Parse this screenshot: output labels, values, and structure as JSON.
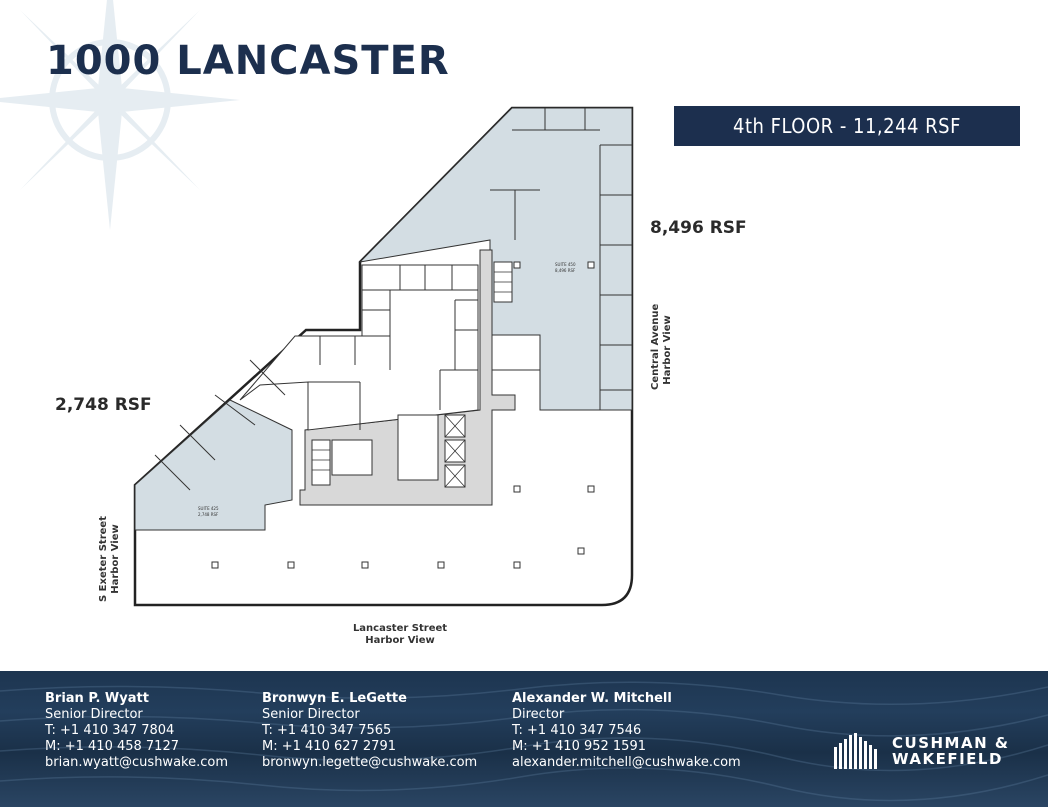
{
  "header": {
    "title": "1000 LANCASTER",
    "floor_banner": "4th FLOOR - 11,244 RSF"
  },
  "plan": {
    "suite_right_rsf": "8,496 RSF",
    "suite_left_rsf": "2,748 RSF",
    "streets": {
      "bottom_line1": "Lancaster Street",
      "bottom_line2": "Harbor View",
      "right_line1": "Central Avenue",
      "right_line2": "Harbor View",
      "left_line1": "S Exeter Street",
      "left_line2": "Harbor View"
    },
    "colors": {
      "suite_fill": "#d3dde3",
      "core_fill": "#d8d8d8",
      "wall": "#222222"
    }
  },
  "contacts": [
    {
      "name": "Brian P. Wyatt",
      "role": "Senior Director",
      "phone": "T: +1 410 347 7804",
      "mobile": "M: +1 410 458 7127",
      "email": "brian.wyatt@cushwake.com"
    },
    {
      "name": "Bronwyn E. LeGette",
      "role": "Senior Director",
      "phone": "T: +1 410 347 7565",
      "mobile": "M: +1 410 627 2791",
      "email": "bronwyn.legette@cushwake.com"
    },
    {
      "name": "Alexander W. Mitchell",
      "role": "Director",
      "phone": "T: +1 410 347 7546",
      "mobile": "M: +1 410 952 1591",
      "email": "alexander.mitchell@cushwake.com"
    }
  ],
  "brand": {
    "logo_line1": "CUSHMAN &",
    "logo_line2": "WAKEFIELD",
    "navy": "#1c2f4e"
  }
}
